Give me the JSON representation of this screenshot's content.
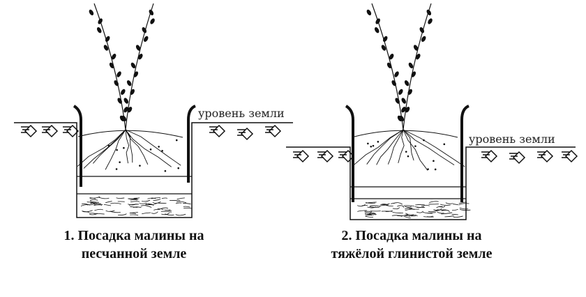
{
  "diagrams": [
    {
      "ground_label": "уровень земли",
      "caption_line1": "1. Посадка малины на",
      "caption_line2": "песчанной земле"
    },
    {
      "ground_label": "уровень земли",
      "caption_line1": "2. Посадка малины на",
      "caption_line2": "тяжёлой глинистой земле"
    }
  ]
}
